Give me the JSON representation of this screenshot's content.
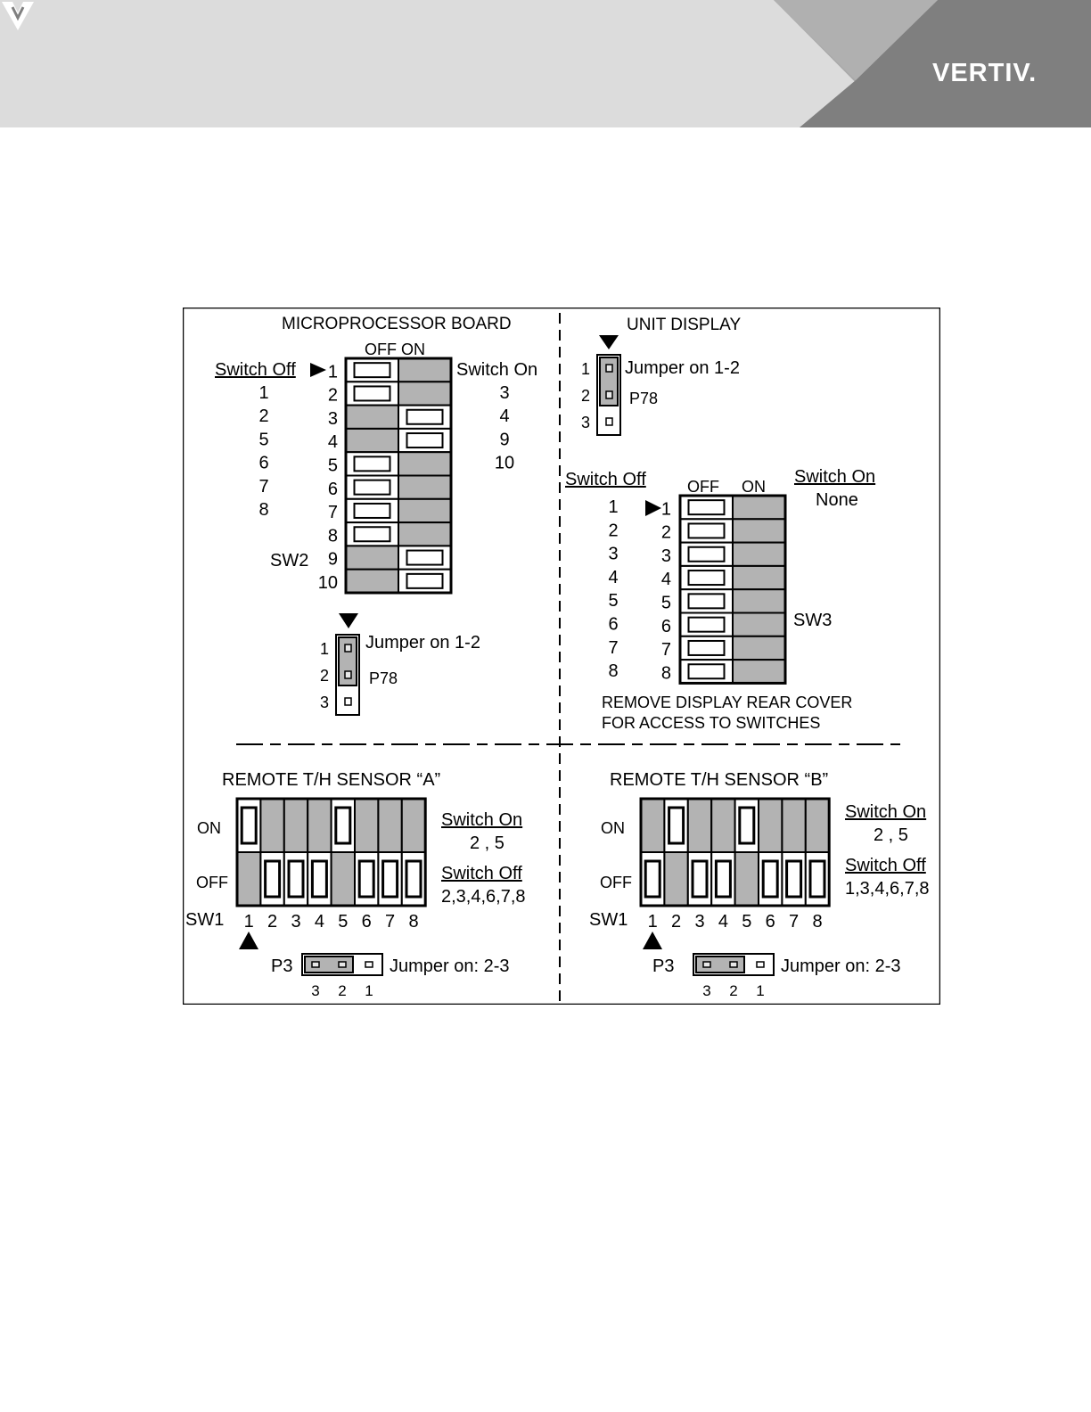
{
  "brand": {
    "logo_text": "VERTIV."
  },
  "microprocessor": {
    "title": "MICROPROCESSOR BOARD",
    "col_header": "OFF ON",
    "switch_off_label": "Switch Off",
    "switch_off_list": [
      "1",
      "2",
      "5",
      "6",
      "7",
      "8"
    ],
    "switch_on_label": "Switch On",
    "switch_on_list": [
      "3",
      "4",
      "9",
      "10"
    ],
    "sw_name": "SW2",
    "positions": [
      "1",
      "2",
      "3",
      "4",
      "5",
      "6",
      "7",
      "8",
      "9",
      "10"
    ],
    "states": [
      "off",
      "off",
      "on",
      "on",
      "off",
      "off",
      "off",
      "off",
      "on",
      "on"
    ],
    "jumper_label": "Jumper on 1-2",
    "jumper_name": "P78",
    "jumper_pins": [
      "1",
      "2",
      "3"
    ]
  },
  "unit_display": {
    "title": "UNIT DISPLAY",
    "jumper_label": "Jumper on 1-2",
    "jumper_name": "P78",
    "jumper_pins": [
      "1",
      "2",
      "3"
    ],
    "switch_off_label": "Switch Off",
    "switch_off_list": [
      "1",
      "2",
      "3",
      "4",
      "5",
      "6",
      "7",
      "8"
    ],
    "switch_on_label": "Switch On",
    "switch_on_value": "None",
    "off_header": "OFF",
    "on_header": "ON",
    "sw_name": "SW3",
    "positions": [
      "1",
      "2",
      "3",
      "4",
      "5",
      "6",
      "7",
      "8"
    ],
    "states": [
      "off",
      "off",
      "off",
      "off",
      "off",
      "off",
      "off",
      "off"
    ],
    "note_line1": "REMOVE DISPLAY REAR COVER",
    "note_line2": "FOR ACCESS TO SWITCHES"
  },
  "sensor_a": {
    "title": "REMOTE T/H SENSOR “A”",
    "on_label": "ON",
    "off_label": "OFF",
    "sw_name": "SW1",
    "positions": [
      "1",
      "2",
      "3",
      "4",
      "5",
      "6",
      "7",
      "8"
    ],
    "states": [
      "on",
      "off",
      "off",
      "off",
      "on",
      "off",
      "off",
      "off"
    ],
    "switch_on_label": "Switch On",
    "switch_on_value": "2 , 5",
    "switch_off_label": "Switch Off",
    "switch_off_value": "2,3,4,6,7,8",
    "jumper_name": "P3",
    "jumper_label": "Jumper on:  2-3",
    "jumper_pins": [
      "3",
      "2",
      "1"
    ]
  },
  "sensor_b": {
    "title": "REMOTE T/H SENSOR “B”",
    "on_label": "ON",
    "off_label": "OFF",
    "sw_name": "SW1",
    "positions": [
      "1",
      "2",
      "3",
      "4",
      "5",
      "6",
      "7",
      "8"
    ],
    "states": [
      "off",
      "on",
      "off",
      "off",
      "on",
      "off",
      "off",
      "off"
    ],
    "switch_on_label": "Switch On",
    "switch_on_value": "2 , 5",
    "switch_off_label": "Switch Off",
    "switch_off_value": "1,3,4,6,7,8",
    "jumper_name": "P3",
    "jumper_label": "Jumper on:  2-3",
    "jumper_pins": [
      "3",
      "2",
      "1"
    ]
  },
  "colors": {
    "gray": "#b3b3b3",
    "dark_gray": "#7f7f7f",
    "header_bg": "#dcdcdc"
  }
}
